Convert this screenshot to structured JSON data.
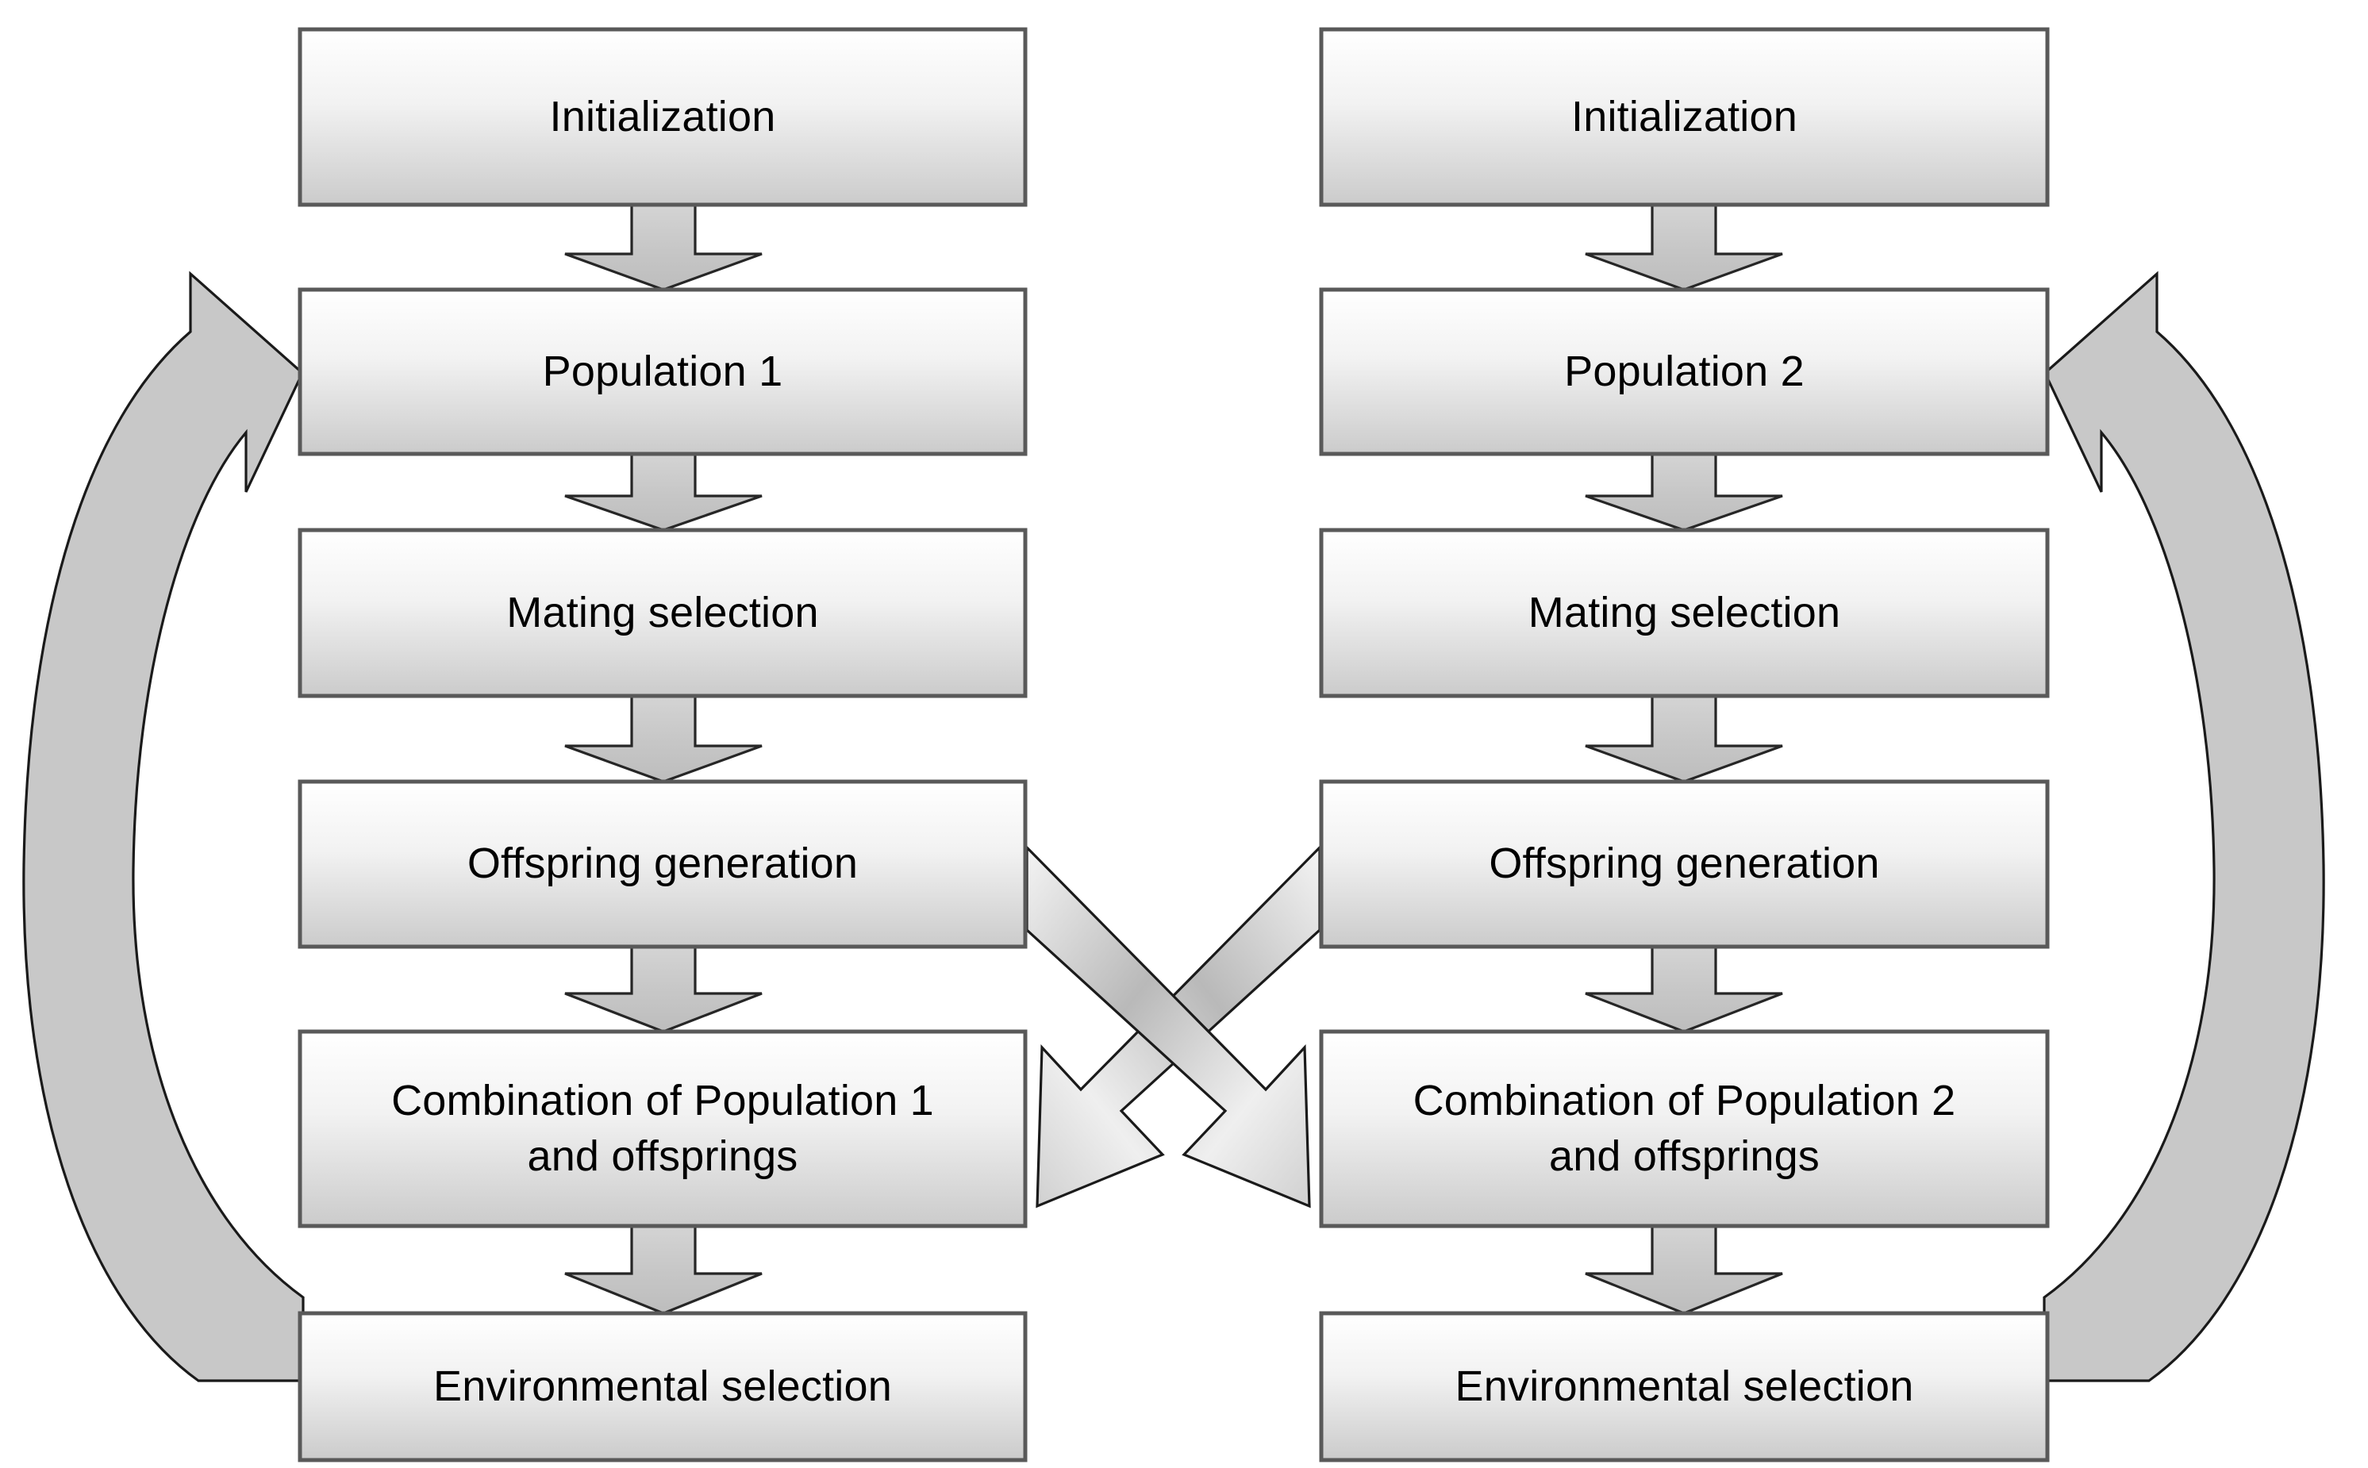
{
  "diagram": {
    "title": "Co-evolutionary two-population evolutionary algorithm flowchart",
    "colors": {
      "box_fill_top": "#fdfdfd",
      "box_fill_bottom": "#cdcdcd",
      "box_stroke": "#595959",
      "arrow_fill": "#c8c8c8",
      "arrow_stroke": "#262626",
      "text": "#000000",
      "background": "#ffffff"
    },
    "columns": [
      {
        "id": "left",
        "name": "population-1-pipeline",
        "steps": [
          {
            "id": "init-1",
            "label": "Initialization"
          },
          {
            "id": "population-1",
            "label": "Population 1"
          },
          {
            "id": "mating-1",
            "label": "Mating selection"
          },
          {
            "id": "offspring-1",
            "label": "Offspring generation"
          },
          {
            "id": "combination-1",
            "label": "Combination of Population 1\nand offsprings"
          },
          {
            "id": "environmental-1",
            "label": "Environmental selection"
          }
        ]
      },
      {
        "id": "right",
        "name": "population-2-pipeline",
        "steps": [
          {
            "id": "init-2",
            "label": "Initialization"
          },
          {
            "id": "population-2",
            "label": "Population 2"
          },
          {
            "id": "mating-2",
            "label": "Mating selection"
          },
          {
            "id": "offspring-2",
            "label": "Offspring generation"
          },
          {
            "id": "combination-2",
            "label": "Combination of Population 2\nand offsprings"
          },
          {
            "id": "environmental-2",
            "label": "Environmental selection"
          }
        ]
      }
    ],
    "connectors": {
      "down_arrows": [
        {
          "id": "arrow-init1-to-pop1",
          "from": "init-1",
          "to": "population-1"
        },
        {
          "id": "arrow-pop1-to-mating1",
          "from": "population-1",
          "to": "mating-1"
        },
        {
          "id": "arrow-mating1-to-offspring1",
          "from": "mating-1",
          "to": "offspring-1"
        },
        {
          "id": "arrow-offspring1-to-comb1",
          "from": "offspring-1",
          "to": "combination-1"
        },
        {
          "id": "arrow-comb1-to-env1",
          "from": "combination-1",
          "to": "environmental-1"
        },
        {
          "id": "arrow-init2-to-pop2",
          "from": "init-2",
          "to": "population-2"
        },
        {
          "id": "arrow-pop2-to-mating2",
          "from": "population-2",
          "to": "mating-2"
        },
        {
          "id": "arrow-mating2-to-offspring2",
          "from": "mating-2",
          "to": "offspring-2"
        },
        {
          "id": "arrow-offspring2-to-comb2",
          "from": "offspring-2",
          "to": "combination-2"
        },
        {
          "id": "arrow-comb2-to-env2",
          "from": "combination-2",
          "to": "environmental-2"
        }
      ],
      "cross_arrows": [
        {
          "id": "arrow-offspring1-to-comb2",
          "from": "offspring-1",
          "to": "combination-2"
        },
        {
          "id": "arrow-offspring2-to-comb1",
          "from": "offspring-2",
          "to": "combination-1"
        }
      ],
      "feedback_arrows": [
        {
          "id": "arrow-env1-to-pop1",
          "from": "environmental-1",
          "to": "population-1"
        },
        {
          "id": "arrow-env2-to-pop2",
          "from": "environmental-2",
          "to": "population-2"
        }
      ]
    }
  }
}
